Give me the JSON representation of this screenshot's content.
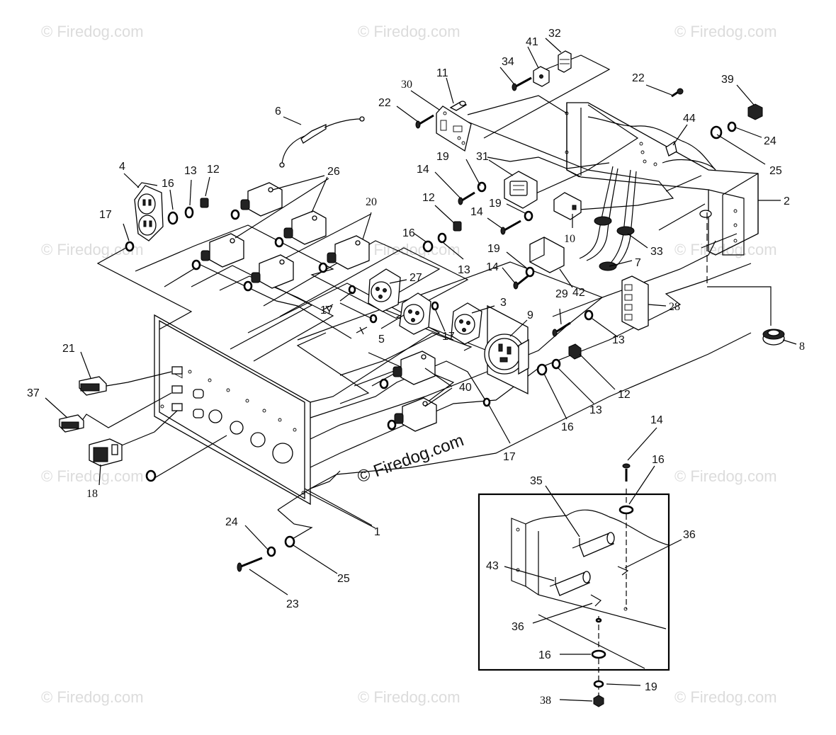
{
  "watermark": {
    "text": "© Firedog.com",
    "main_text": "© Firedog.com"
  },
  "callouts": {
    "c1": "1",
    "c2": "2",
    "c3": "3",
    "c4": "4",
    "c5": "5",
    "c6": "6",
    "c7": "7",
    "c8": "8",
    "c9": "9",
    "c10": "10",
    "c11": "11",
    "c12a": "12",
    "c12b": "12",
    "c12c": "12",
    "c13a": "13",
    "c13b": "13",
    "c13c": "13",
    "c13d": "13",
    "c14a": "14",
    "c14b": "14",
    "c14c": "14",
    "c14d": "14",
    "c16a": "16",
    "c16b": "16",
    "c16c": "16",
    "c16d": "16",
    "c16e": "16",
    "c17a": "17",
    "c17b": "17",
    "c17c": "17",
    "c17d": "17",
    "c18": "18",
    "c19a": "19",
    "c19b": "19",
    "c19c": "19",
    "c19d": "19",
    "c20": "20",
    "c21": "21",
    "c22a": "22",
    "c22b": "22",
    "c23": "23",
    "c24a": "24",
    "c24b": "24",
    "c25a": "25",
    "c25b": "25",
    "c26": "26",
    "c27": "27",
    "c28": "28",
    "c29": "29",
    "c30": "30",
    "c31": "31",
    "c32": "32",
    "c33": "33",
    "c34": "34",
    "c35": "35",
    "c36a": "36",
    "c36b": "36",
    "c37": "37",
    "c38": "38",
    "c39": "39",
    "c40": "40",
    "c41": "41",
    "c42": "42",
    "c43": "43",
    "c44": "44"
  }
}
